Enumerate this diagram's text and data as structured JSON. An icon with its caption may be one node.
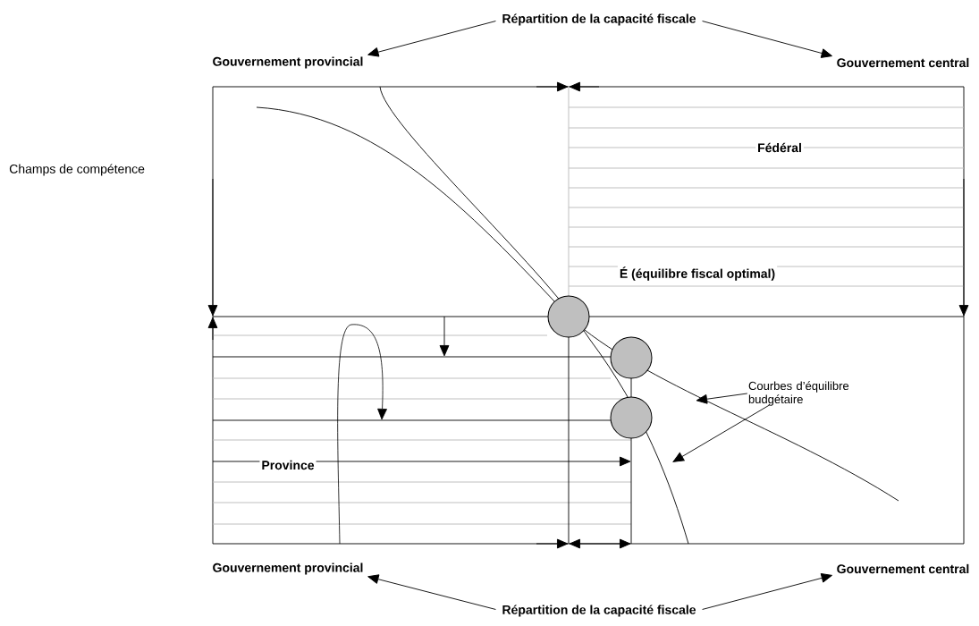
{
  "diagram": {
    "nodes": [
      {
        "text": [
          "Répartition de la capacité fiscale"
        ]
      },
      {
        "text": [
          "Gouvernement provincial"
        ]
      },
      {
        "text": [
          "Gouvernement central"
        ]
      },
      {
        "text": [
          "Gouvernement provincial"
        ]
      },
      {
        "text": [
          "Gouvernement central"
        ]
      },
      {
        "text": [
          "Répartition de la capacité fiscale"
        ]
      },
      {
        "text": [
          "Courbes d’équilibre budgétaire"
        ]
      },
      {
        "text": [],
        "shape": "circle"
      },
      {
        "text": [],
        "shape": "circle"
      },
      {
        "text": [],
        "shape": "circle"
      }
    ],
    "edges": [
      {
        "from": 0,
        "to": 1,
        "arrow": "to"
      },
      {
        "from": 0,
        "to": 2,
        "arrow": "to"
      },
      {
        "from": 5,
        "to": 3,
        "arrow": "to"
      },
      {
        "from": 5,
        "to": 4,
        "arrow": "to"
      },
      {
        "from": 6,
        "to": null,
        "arrow": "to"
      },
      {
        "from": 6,
        "to": null,
        "arrow": "to"
      }
    ],
    "labels": [
      "Champs de compétence",
      "Fédéral",
      "É (équilibre fiscal optimal)",
      "Province"
    ]
  }
}
